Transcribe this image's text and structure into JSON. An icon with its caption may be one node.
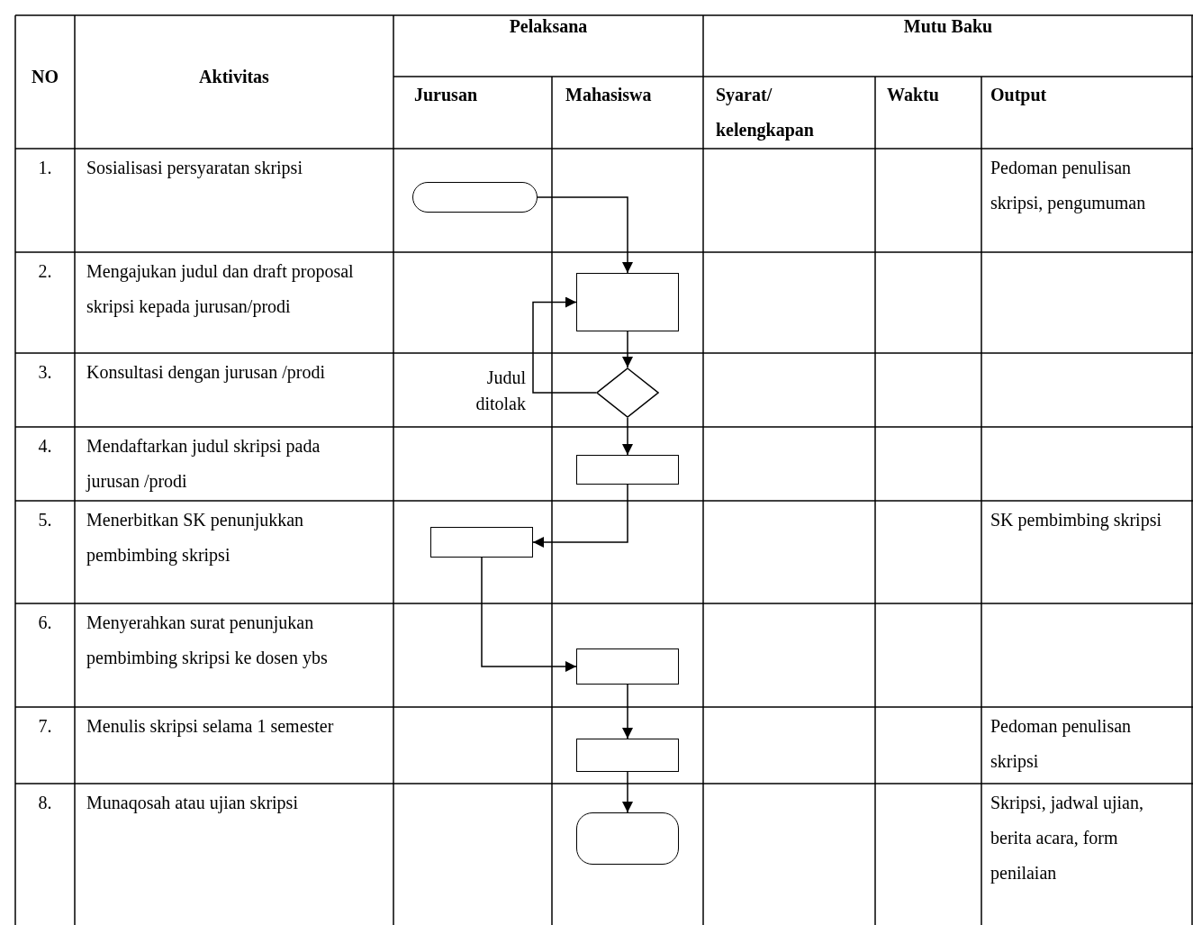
{
  "diagram": {
    "nodes": [
      {
        "text": [],
        "shape": "rounded"
      },
      {
        "text": [],
        "shape": "box"
      },
      {
        "text": [],
        "shape": "diamond"
      },
      {
        "text": [],
        "shape": "box"
      },
      {
        "text": [],
        "shape": "box"
      },
      {
        "text": [],
        "shape": "box"
      },
      {
        "text": [],
        "shape": "box"
      },
      {
        "text": [],
        "shape": "rounded"
      }
    ],
    "edges": [
      {
        "from": 0,
        "to": 1,
        "arrow": "to"
      },
      {
        "from": 1,
        "to": 2,
        "arrow": "to"
      },
      {
        "from": 2,
        "to": 1,
        "arrow": "to",
        "label": "Judul ditolak"
      },
      {
        "from": 2,
        "to": 3,
        "arrow": "to"
      },
      {
        "from": 3,
        "to": 4,
        "arrow": "to"
      },
      {
        "from": 4,
        "to": 5,
        "arrow": "to"
      },
      {
        "from": 5,
        "to": 6,
        "arrow": "to"
      },
      {
        "from": 6,
        "to": 7,
        "arrow": "to"
      }
    ],
    "labels": [
      "NO",
      "Aktivitas",
      "Pelaksana",
      "Mutu Baku",
      "Jurusan",
      "Mahasiswa",
      "Syarat/ kelengkapan",
      "Waktu",
      "Output",
      "1.",
      "Sosialisasi persyaratan skripsi",
      "Pedoman penulisan skripsi, pengumuman",
      "2.",
      "Mengajukan judul dan draft proposal skripsi kepada jurusan/prodi",
      "3.",
      "Konsultasi dengan jurusan /prodi",
      "4.",
      "Mendaftarkan judul skripsi pada jurusan /prodi",
      "5.",
      "Menerbitkan SK penunjukkan pembimbing skripsi",
      "SK pembimbing skripsi",
      "6.",
      "Menyerahkan surat penunjukan pembimbing skripsi ke dosen ybs",
      "7.",
      "Menulis skripsi selama 1 semester",
      "Pedoman penulisan skripsi",
      "8.",
      "Munaqosah atau ujian skripsi",
      "Skripsi, jadwal ujian, berita acara, form penilaian"
    ]
  }
}
